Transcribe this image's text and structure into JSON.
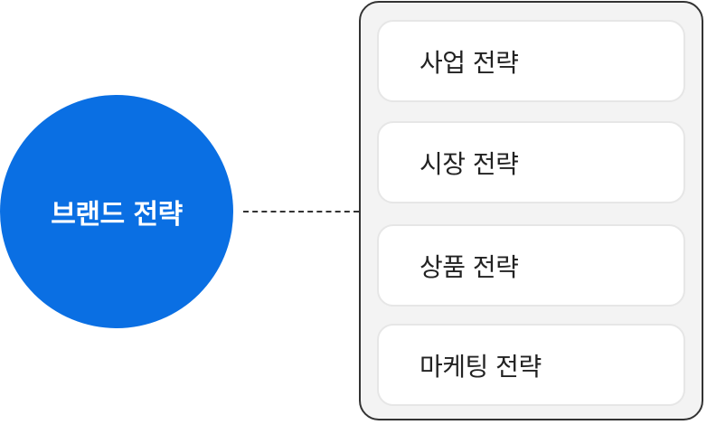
{
  "center_node": {
    "label": "브랜드 전략",
    "color": "#0a6fe3"
  },
  "panel": {
    "items": [
      {
        "label": "사업 전략"
      },
      {
        "label": "시장 전략"
      },
      {
        "label": "상품 전략"
      },
      {
        "label": "마케팅 전략"
      }
    ]
  }
}
